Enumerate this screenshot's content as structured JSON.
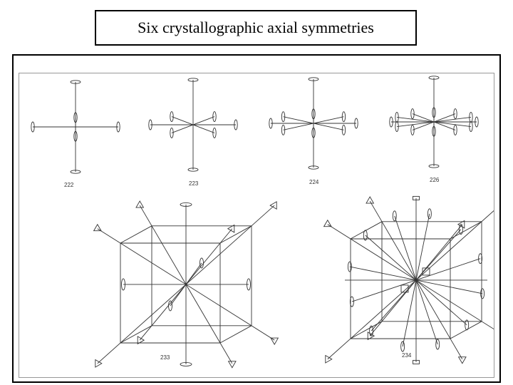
{
  "title": "Six crystallographic axial symmetries",
  "figures": [
    {
      "label": "222"
    },
    {
      "label": "223"
    },
    {
      "label": "224"
    },
    {
      "label": "226"
    },
    {
      "label": "233"
    },
    {
      "label": "234"
    }
  ]
}
